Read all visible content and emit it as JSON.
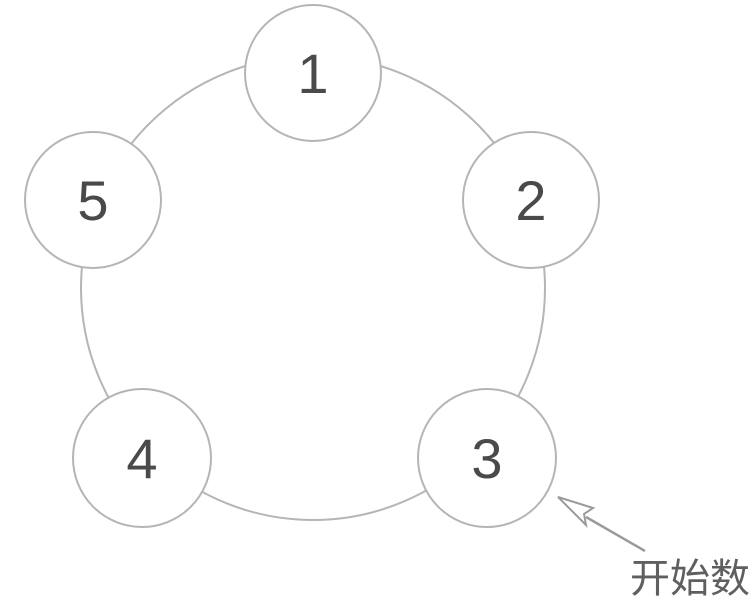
{
  "colors": {
    "background": "#ffffff",
    "ring-stroke": "#b5b5b5",
    "node-stroke": "#b5b5b5",
    "node-fill": "#ffffff",
    "number-color": "#4a4a4a",
    "arrow-color": "#9b9b9b",
    "annotation-color": "#5f5f5f"
  },
  "diagram": {
    "nodes": [
      {
        "label": "1"
      },
      {
        "label": "2"
      },
      {
        "label": "3"
      },
      {
        "label": "4"
      },
      {
        "label": "5"
      }
    ],
    "annotation": {
      "label": "开始数"
    }
  }
}
